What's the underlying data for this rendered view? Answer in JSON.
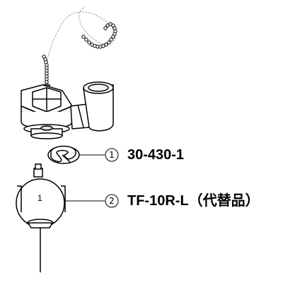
{
  "parts": [
    {
      "number": "1",
      "code": "30-430-1"
    },
    {
      "number": "2",
      "code": "TF-10R-L（代替品）"
    }
  ],
  "colors": {
    "line": "#000000",
    "fill": "#ffffff",
    "shade": "#dddddd"
  },
  "icons": {
    "chain": "bead-chain",
    "valve": "flush-valve-assembly",
    "clip": "retaining-clip",
    "float": "ball-float"
  }
}
